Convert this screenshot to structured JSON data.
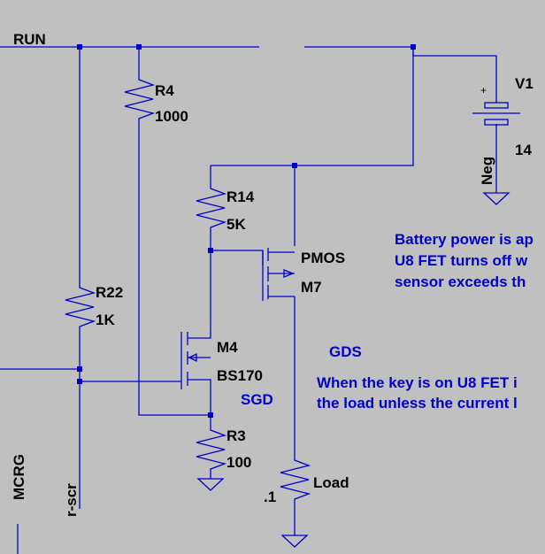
{
  "net_labels": {
    "run": "RUN",
    "mcrg": "MCRG",
    "rscr": "r-scr",
    "neg": "Neg"
  },
  "components": {
    "r4": {
      "name": "R4",
      "value": "1000"
    },
    "r14": {
      "name": "R14",
      "value": "5K"
    },
    "r22": {
      "name": "R22",
      "value": "1K"
    },
    "r3": {
      "name": "R3",
      "value": "100"
    },
    "load": {
      "name": "Load",
      "value": ".1"
    },
    "v1": {
      "name": "V1",
      "value": "14",
      "plus": "+"
    },
    "m7": {
      "type": "PMOS",
      "name": "M7"
    },
    "m4": {
      "name": "M4",
      "type": "BS170"
    }
  },
  "pin_labels": {
    "gds": "GDS",
    "sgd": "SGD"
  },
  "notes": {
    "battery": [
      "Battery power is ap",
      "U8 FET turns off w",
      "sensor exceeds th"
    ],
    "key": [
      "When the key is on U8 FET i",
      "the load unless the current l"
    ]
  },
  "colors": {
    "background": "#c0c0c0",
    "wire": "#0000cc",
    "text": "#000000",
    "note": "#0000cc"
  }
}
